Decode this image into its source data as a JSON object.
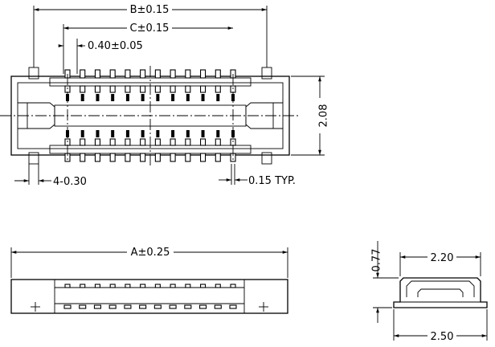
{
  "top_view": {
    "dim_b": "B±0.15",
    "dim_c": "C±0.15",
    "dim_pitch": "0.40±0.05",
    "dim_height": "2.08",
    "dim_post": "4-0.30",
    "dim_pin_width": "0.15 TYP."
  },
  "side_view": {
    "dim_a": "A±0.25"
  },
  "end_view": {
    "dim_inner": "2.20",
    "dim_outer": "2.50",
    "dim_thickness": "0.77"
  }
}
